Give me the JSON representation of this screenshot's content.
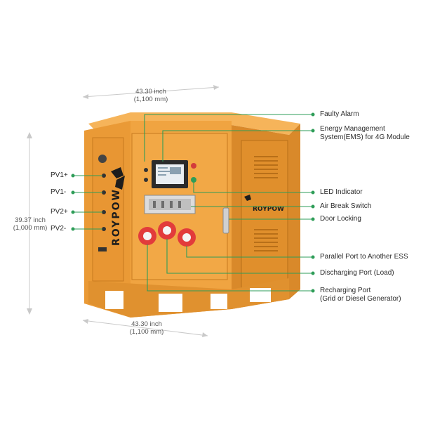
{
  "dimensions": {
    "top_width": {
      "value": "43.30 inch",
      "metric": "(1,100 mm)"
    },
    "bottom_width": {
      "value": "43.30 inch",
      "metric": "(1,100 mm)"
    },
    "height": {
      "value": "39.37 inch",
      "metric": "(1,000 mm)"
    }
  },
  "left_labels": [
    "PV1+",
    "PV1-",
    "PV2+",
    "PV2-"
  ],
  "right_labels": {
    "faulty_alarm": "Faulty Alarm",
    "ems_line1": "Energy Management",
    "ems_line2": "System(EMS) for 4G Module",
    "led_indicator": "LED Indicator",
    "air_break_switch": "Air Break Switch",
    "door_locking": "Door Locking",
    "parallel_port": "Parallel Port to Another ESS",
    "discharging_port": "Discharging Port (Load)",
    "recharging_line1": "Recharging Port",
    "recharging_line2": "(Grid or Diesel Generator)"
  },
  "brand": {
    "front_logo_text": "ROYPOW",
    "side_logo_text": "ROYPOW"
  },
  "colors": {
    "body": "#f0a441",
    "body_dark": "#d9892a",
    "accent_line": "#2e9d58",
    "port_red": "#e23b3b"
  }
}
